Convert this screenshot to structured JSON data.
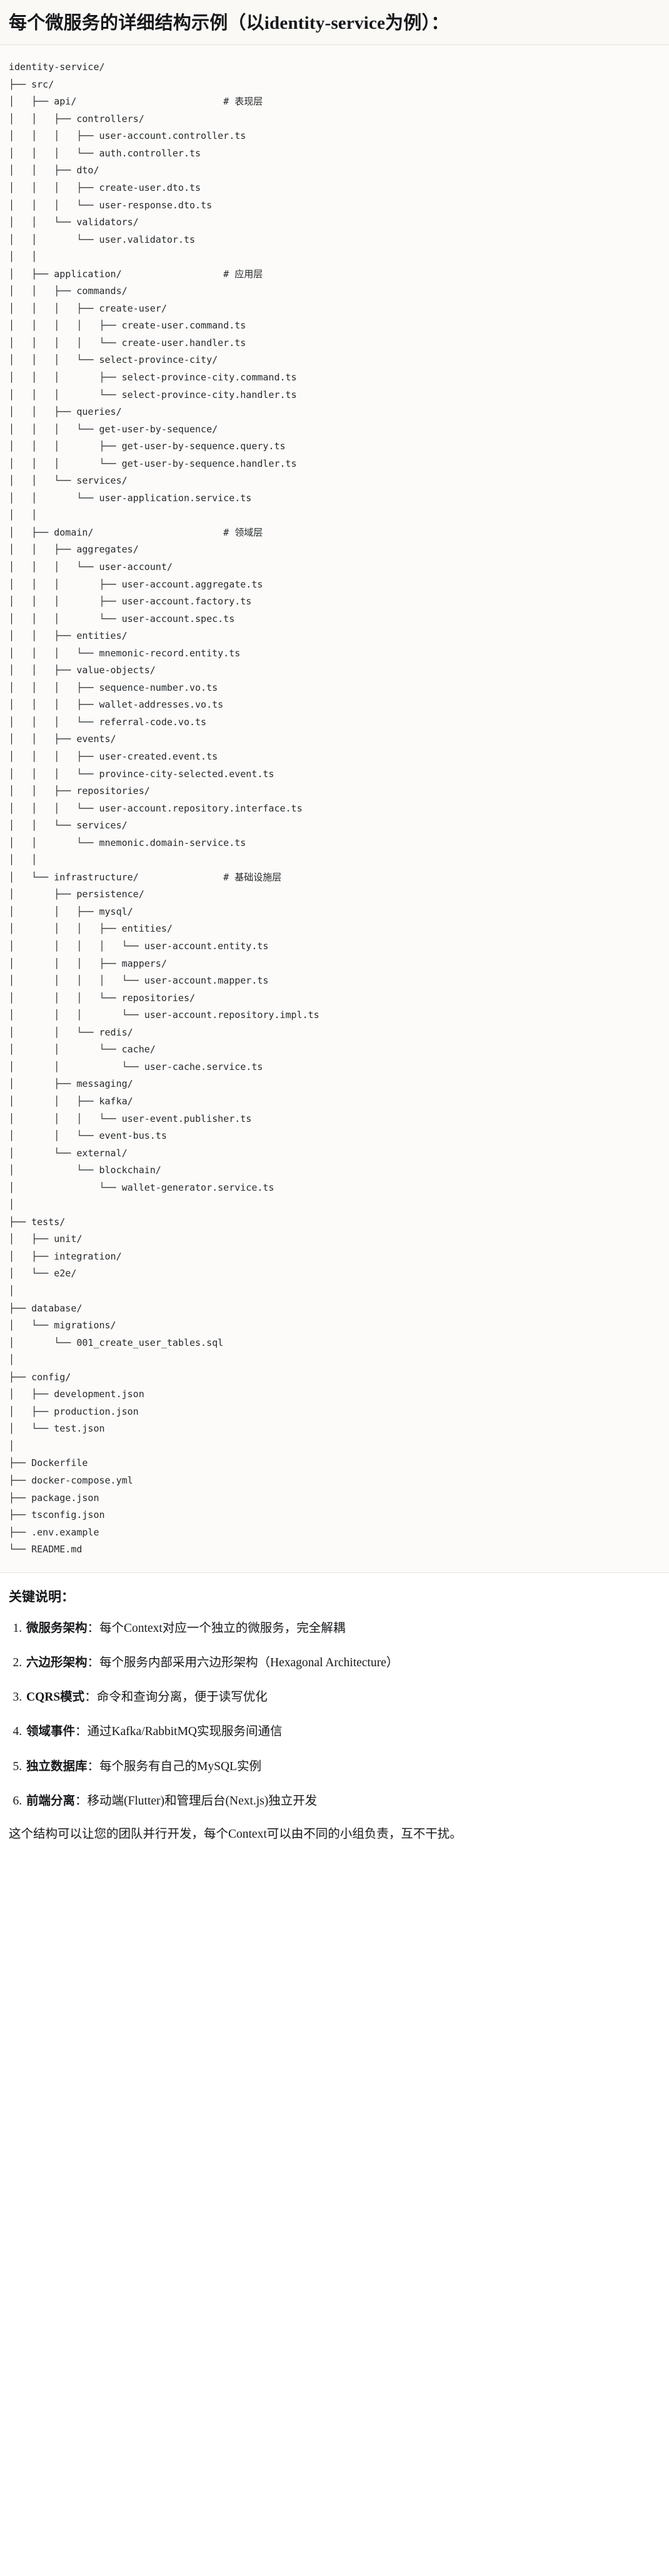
{
  "heading": {
    "title": "每个微服务的详细结构示例（以identity-service为例）："
  },
  "code_block": {
    "language": "text",
    "root": "identity-service/",
    "comment_marker": "#",
    "layer_comments": {
      "api": "# 表现层",
      "application": "# 应用层",
      "domain": "# 领域层",
      "infrastructure": "# 基础设施层"
    },
    "tree_text": "identity-service/\n├── src/\n│   ├── api/                          # 表现层\n│   │   ├── controllers/\n│   │   │   ├── user-account.controller.ts\n│   │   │   └── auth.controller.ts\n│   │   ├── dto/\n│   │   │   ├── create-user.dto.ts\n│   │   │   └── user-response.dto.ts\n│   │   └── validators/\n│   │       └── user.validator.ts\n│   │\n│   ├── application/                  # 应用层\n│   │   ├── commands/\n│   │   │   ├── create-user/\n│   │   │   │   ├── create-user.command.ts\n│   │   │   │   └── create-user.handler.ts\n│   │   │   └── select-province-city/\n│   │   │       ├── select-province-city.command.ts\n│   │   │       └── select-province-city.handler.ts\n│   │   ├── queries/\n│   │   │   └── get-user-by-sequence/\n│   │   │       ├── get-user-by-sequence.query.ts\n│   │   │       └── get-user-by-sequence.handler.ts\n│   │   └── services/\n│   │       └── user-application.service.ts\n│   │\n│   ├── domain/                       # 领域层\n│   │   ├── aggregates/\n│   │   │   └── user-account/\n│   │   │       ├── user-account.aggregate.ts\n│   │   │       ├── user-account.factory.ts\n│   │   │       └── user-account.spec.ts\n│   │   ├── entities/\n│   │   │   └── mnemonic-record.entity.ts\n│   │   ├── value-objects/\n│   │   │   ├── sequence-number.vo.ts\n│   │   │   ├── wallet-addresses.vo.ts\n│   │   │   └── referral-code.vo.ts\n│   │   ├── events/\n│   │   │   ├── user-created.event.ts\n│   │   │   └── province-city-selected.event.ts\n│   │   ├── repositories/\n│   │   │   └── user-account.repository.interface.ts\n│   │   └── services/\n│   │       └── mnemonic.domain-service.ts\n│   │\n│   └── infrastructure/               # 基础设施层\n│       ├── persistence/\n│       │   ├── mysql/\n│       │   │   ├── entities/\n│       │   │   │   └── user-account.entity.ts\n│       │   │   ├── mappers/\n│       │   │   │   └── user-account.mapper.ts\n│       │   │   └── repositories/\n│       │   │       └── user-account.repository.impl.ts\n│       │   └── redis/\n│       │       └── cache/\n│       │           └── user-cache.service.ts\n│       ├── messaging/\n│       │   ├── kafka/\n│       │   │   └── user-event.publisher.ts\n│       │   └── event-bus.ts\n│       └── external/\n│           └── blockchain/\n│               └── wallet-generator.service.ts\n│\n├── tests/\n│   ├── unit/\n│   ├── integration/\n│   └── e2e/\n│\n├── database/\n│   └── migrations/\n│       └── 001_create_user_tables.sql\n│\n├── config/\n│   ├── development.json\n│   ├── production.json\n│   └── test.json\n│\n├── Dockerfile\n├── docker-compose.yml\n├── package.json\n├── tsconfig.json\n├── .env.example\n└── README.md"
  },
  "notes": {
    "title": "关键说明：",
    "points": [
      {
        "term": "微服务架构",
        "sep": "：",
        "desc": "每个Context对应一个独立的微服务，完全解耦"
      },
      {
        "term": "六边形架构",
        "sep": "：",
        "desc": "每个服务内部采用六边形架构（Hexagonal Architecture）"
      },
      {
        "term": "CQRS模式",
        "sep": "：",
        "desc": "命令和查询分离，便于读写优化"
      },
      {
        "term": "领域事件",
        "sep": "：",
        "desc": "通过Kafka/RabbitMQ实现服务间通信"
      },
      {
        "term": "独立数据库",
        "sep": "：",
        "desc": "每个服务有自己的MySQL实例"
      },
      {
        "term": "前端分离",
        "sep": "：",
        "desc": "移动端(Flutter)和管理后台(Next.js)独立开发"
      }
    ],
    "closing": "这个结构可以让您的团队并行开发，每个Context可以由不同的小组负责，互不干扰。"
  }
}
